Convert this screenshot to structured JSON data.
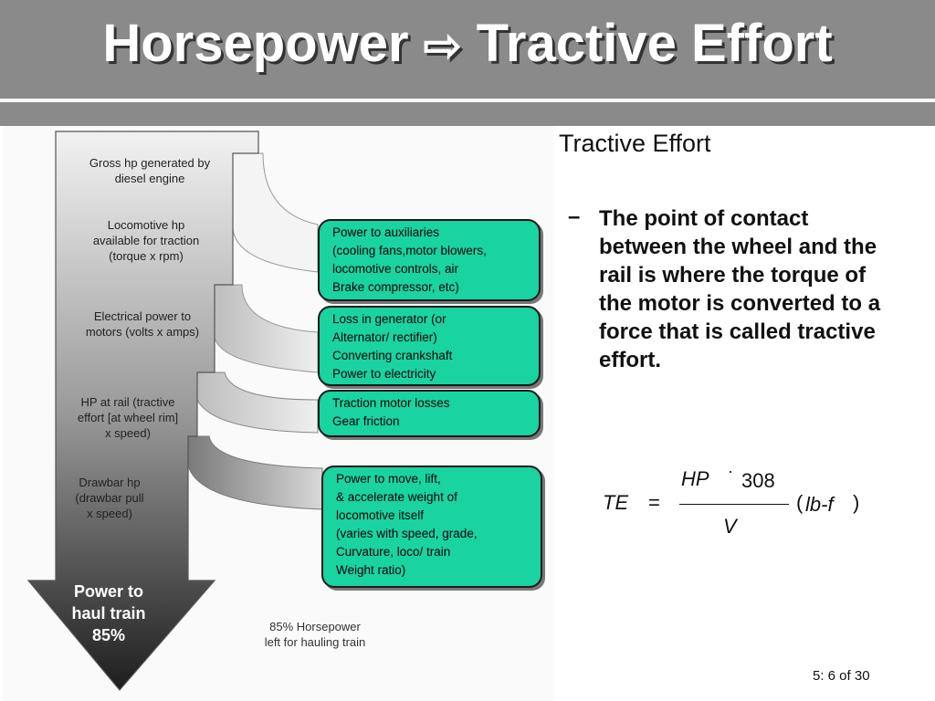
{
  "header": {
    "title_left": "Horsepower",
    "title_arrow": "⇨",
    "title_right": "Tractive Effort"
  },
  "diagram": {
    "stages": [
      "Gross hp generated by\ndiesel engine",
      "Locomotive hp\navailable for traction\n(torque x rpm)",
      "Electrical power to\nmotors (volts x amps)",
      "HP at rail (tractive\neffort [at wheel rim]\nx speed)",
      "Drawbar hp\n(drawbar pull\nx speed)"
    ],
    "callouts": [
      "Power to auxiliaries\n(cooling fans,motor blowers,\nlocomotive controls, air\nBrake compressor, etc)",
      "Loss in generator (or\nAlternator/ rectifier)\nConverting crankshaft\nPower to electricity",
      "Traction motor losses\nGear friction",
      "Power to move, lift,\n& accelerate weight of\nlocomotive itself\n(varies with speed, grade,\nCurvature, loco/ train\nWeight ratio)"
    ],
    "power_label": "Power to\nhaul train\n85%",
    "note": "85% Horsepower\nleft for hauling train",
    "callout_color": "#19d3a1"
  },
  "content": {
    "section_title": "Tractive Effort",
    "bullet_dash": "–",
    "bullet_text": "The point of contact between the wheel and the rail is where the torque of the motor is converted to a force that is called tractive effort."
  },
  "formula": {
    "lhs": "TE",
    "equals": "=",
    "numerator_hp": "HP",
    "dot": "·",
    "numerator_const": "308",
    "denominator": "V",
    "unit_open": "(",
    "unit": "lb-f",
    "unit_close": ")"
  },
  "footer": {
    "slide_number": "5: 6 of 30"
  },
  "colors": {
    "header_gray": "#8a8a8a",
    "title_white": "#ffffff"
  }
}
